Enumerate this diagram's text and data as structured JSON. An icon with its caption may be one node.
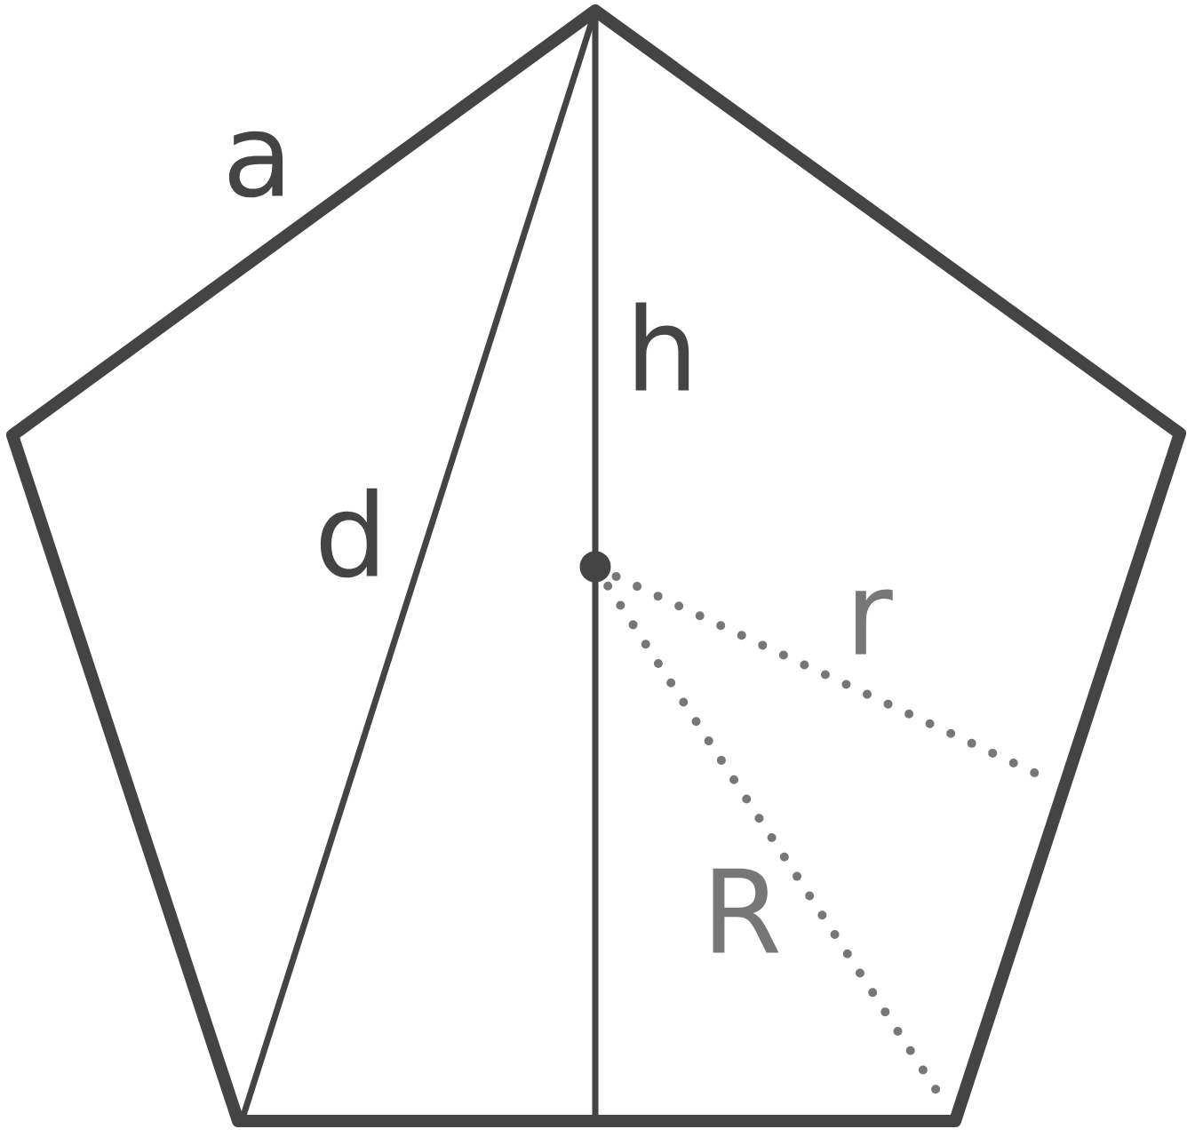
{
  "diagram": {
    "labels": [
      "a",
      "h",
      "d",
      "r",
      "R"
    ]
  }
}
